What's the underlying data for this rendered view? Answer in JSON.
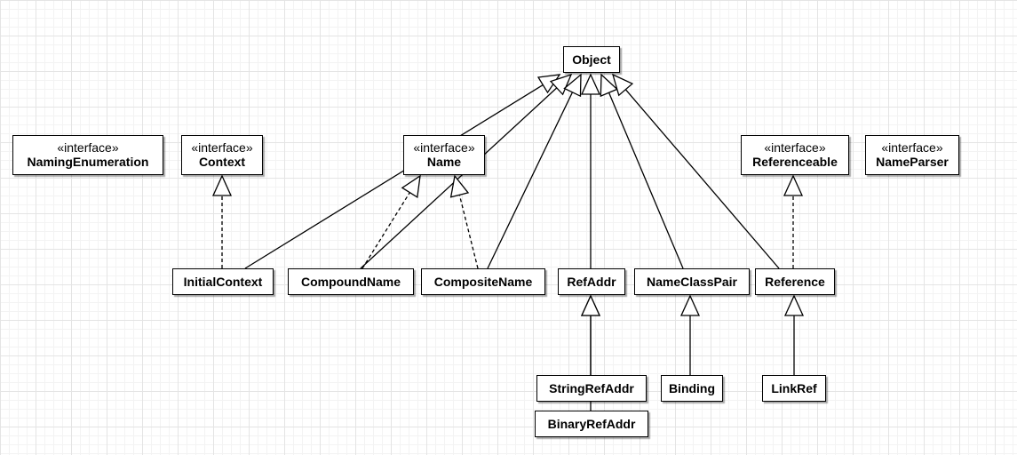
{
  "diagram": {
    "classes": {
      "object": {
        "name": "Object"
      },
      "naming_enumeration": {
        "stereotype": "«interface»",
        "name": "NamingEnumeration"
      },
      "context": {
        "stereotype": "«interface»",
        "name": "Context"
      },
      "name_iface": {
        "stereotype": "«interface»",
        "name": "Name"
      },
      "referenceable": {
        "stereotype": "«interface»",
        "name": "Referenceable"
      },
      "name_parser": {
        "stereotype": "«interface»",
        "name": "NameParser"
      },
      "initial_context": {
        "name": "InitialContext"
      },
      "compound_name": {
        "name": "CompoundName"
      },
      "composite_name": {
        "name": "CompositeName"
      },
      "ref_addr": {
        "name": "RefAddr"
      },
      "name_class_pair": {
        "name": "NameClassPair"
      },
      "reference": {
        "name": "Reference"
      },
      "string_ref_addr": {
        "name": "StringRefAddr"
      },
      "binding": {
        "name": "Binding"
      },
      "link_ref": {
        "name": "LinkRef"
      },
      "binary_ref_addr": {
        "name": "BinaryRefAddr"
      }
    },
    "relationships": [
      {
        "from": "initial_context",
        "to": "object",
        "kind": "generalization"
      },
      {
        "from": "compound_name",
        "to": "object",
        "kind": "generalization"
      },
      {
        "from": "composite_name",
        "to": "object",
        "kind": "generalization"
      },
      {
        "from": "ref_addr",
        "to": "object",
        "kind": "generalization"
      },
      {
        "from": "name_class_pair",
        "to": "object",
        "kind": "generalization"
      },
      {
        "from": "reference",
        "to": "object",
        "kind": "generalization"
      },
      {
        "from": "initial_context",
        "to": "context",
        "kind": "realization"
      },
      {
        "from": "compound_name",
        "to": "name_iface",
        "kind": "realization"
      },
      {
        "from": "composite_name",
        "to": "name_iface",
        "kind": "realization"
      },
      {
        "from": "reference",
        "to": "referenceable",
        "kind": "realization"
      },
      {
        "from": "string_ref_addr",
        "to": "ref_addr",
        "kind": "generalization"
      },
      {
        "from": "binary_ref_addr",
        "to": "ref_addr",
        "kind": "generalization"
      },
      {
        "from": "binding",
        "to": "name_class_pair",
        "kind": "generalization"
      },
      {
        "from": "link_ref",
        "to": "reference",
        "kind": "generalization"
      }
    ]
  }
}
